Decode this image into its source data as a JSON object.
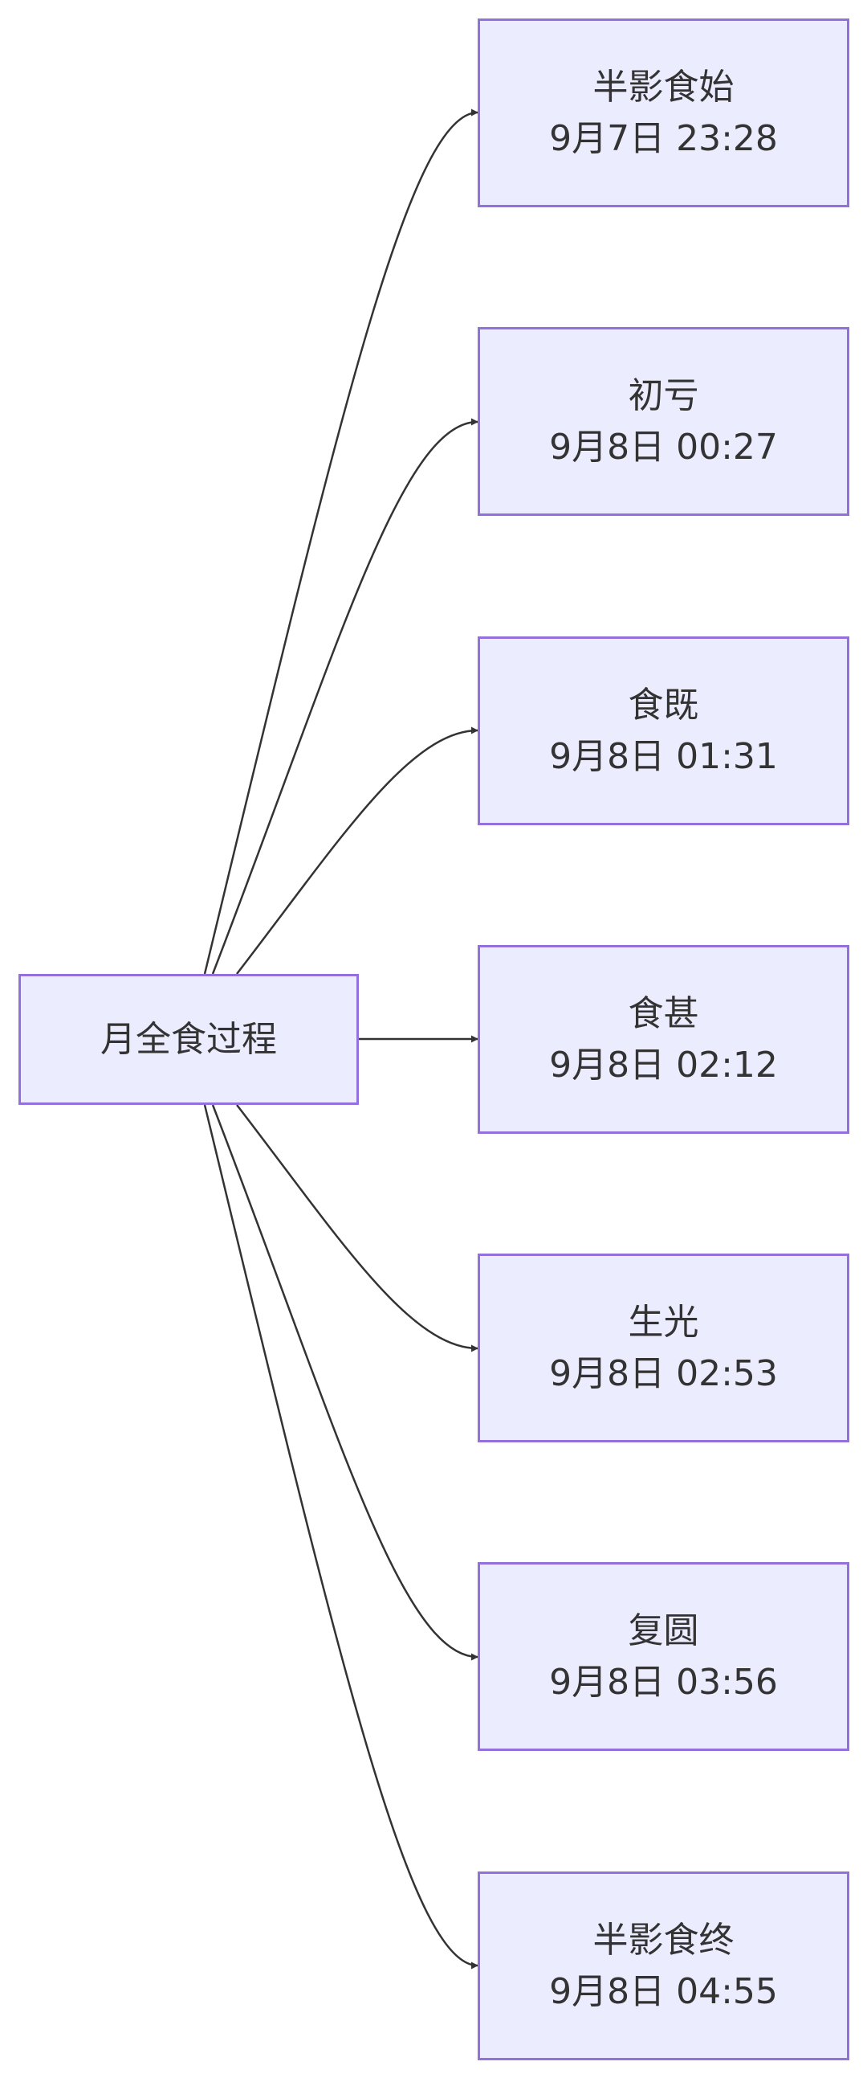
{
  "root": {
    "label": "月全食过程"
  },
  "stages": [
    {
      "name": "半影食始",
      "time": "9月7日 23:28"
    },
    {
      "name": "初亏",
      "time": "9月8日 00:27"
    },
    {
      "name": "食既",
      "time": "9月8日 01:31"
    },
    {
      "name": "食甚",
      "time": "9月8日 02:12"
    },
    {
      "name": "生光",
      "time": "9月8日 02:53"
    },
    {
      "name": "复圆",
      "time": "9月8日 03:56"
    },
    {
      "name": "半影食终",
      "time": "9月8日 04:55"
    }
  ],
  "colors": {
    "node_fill": "#ececff",
    "node_border": "#9370db",
    "edge": "#333333",
    "text": "#333333"
  }
}
